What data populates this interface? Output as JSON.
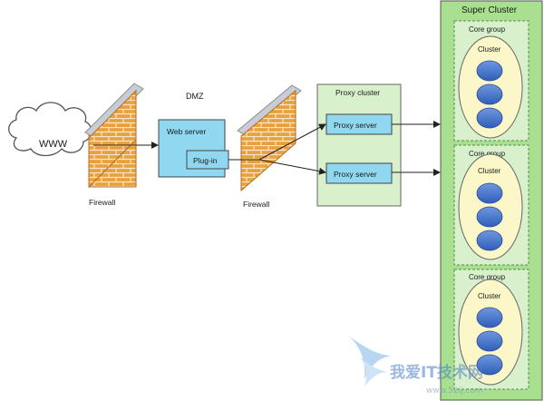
{
  "labels": {
    "internet": "WWW",
    "firewall_left": "Firewall",
    "firewall_right": "Firewall",
    "dmz": "DMZ",
    "web_server": "Web server",
    "plugin": "Plug-in",
    "proxy_cluster": "Proxy cluster",
    "proxy_server_1": "Proxy server",
    "proxy_server_2": "Proxy server",
    "super_cluster": "Super Cluster",
    "core_group_1": "Core group",
    "core_group_2": "Core group",
    "core_group_3": "Core group",
    "cluster_1": "Cluster",
    "cluster_2": "Cluster",
    "cluster_3": "Cluster"
  },
  "watermark": {
    "text": "我爱IT技术网",
    "url": "www.52ij.com"
  },
  "colors": {
    "brick": "#e8a13c",
    "mortar": "#f5e6cc",
    "wall_cap": "#c8ccd4",
    "server_fill": "#8fd8f0",
    "cluster_area": "#d8f0cc",
    "super_cluster": "#a8e090",
    "cluster_oval": "#fbf7c8",
    "node": "#3d6fc8",
    "line": "#222222"
  }
}
